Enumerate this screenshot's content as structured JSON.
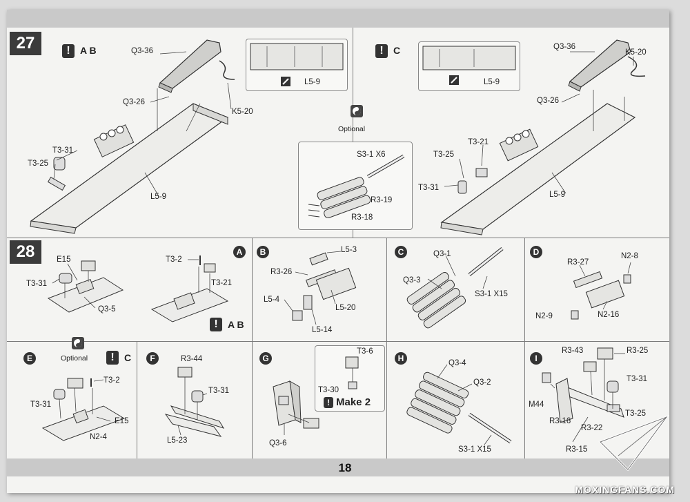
{
  "page": {
    "number": "18",
    "watermark": "MOXINGFANS.COM"
  },
  "step27": {
    "number": "27",
    "left": {
      "variant": "A B",
      "labels": [
        "Q3-36",
        "Q3-26",
        "K5-20",
        "T3-31",
        "T3-25",
        "L5-9"
      ]
    },
    "inset_left": {
      "label": "L5-9"
    },
    "optional": {
      "label": "Optional",
      "parts": [
        "S3-1 X6",
        "R3-19",
        "R3-18"
      ]
    },
    "inset_right": {
      "label": "L5-9"
    },
    "right": {
      "variant": "C",
      "labels": [
        "Q3-36",
        "K5-20",
        "Q3-26",
        "T3-21",
        "T3-25",
        "T3-31",
        "L5-9"
      ]
    }
  },
  "step28": {
    "number": "28",
    "main": {
      "labels": [
        "E15",
        "T3-31",
        "Q3-5"
      ]
    },
    "A": {
      "letter": "A",
      "labels": [
        "T3-2",
        "T3-21"
      ],
      "variant": "A B"
    },
    "B": {
      "letter": "B",
      "labels": [
        "L5-3",
        "R3-26",
        "L5-4",
        "L5-20",
        "L5-14"
      ]
    },
    "C": {
      "letter": "C",
      "labels": [
        "Q3-1",
        "Q3-3",
        "S3-1 X15"
      ]
    },
    "D": {
      "letter": "D",
      "labels": [
        "R3-27",
        "N2-8",
        "N2-9",
        "N2-16"
      ]
    },
    "E": {
      "letter": "E",
      "optional": "Optional",
      "variant": "C",
      "labels": [
        "T3-2",
        "T3-31",
        "E15",
        "N2-4"
      ]
    },
    "F": {
      "letter": "F",
      "labels": [
        "R3-44",
        "T3-31",
        "L5-23"
      ]
    },
    "G": {
      "letter": "G",
      "labels": [
        "T3-6",
        "T3-30",
        "Q3-6"
      ],
      "make": "Make 2"
    },
    "H": {
      "letter": "H",
      "labels": [
        "Q3-4",
        "Q3-2",
        "S3-1 X15"
      ]
    },
    "I": {
      "letter": "I",
      "labels": [
        "R3-43",
        "R3-25",
        "T3-31",
        "M44",
        "T3-25",
        "R3-16",
        "R3-22",
        "R3-15"
      ]
    }
  },
  "icons": {
    "warning": "exclamation-icon",
    "optional": "yin-yang-icon"
  }
}
